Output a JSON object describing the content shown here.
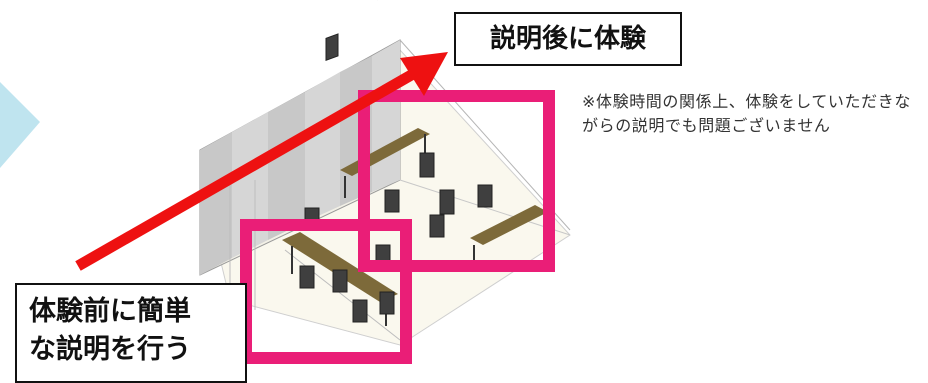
{
  "labels": {
    "after": "説明後に体験",
    "before_line1": "体験前に簡単",
    "before_line2": "な説明を行う"
  },
  "note": {
    "text": "※体験時間の関係上、体験をしていただきながらの説明でも問題ございません"
  },
  "colors": {
    "highlight": "#ea1e77",
    "arrow": "#ee1111",
    "side_arrow": "#bfe4ef",
    "table": "#7d6a3a",
    "chair": "#3f3f3f",
    "partition": "#d8d8d8"
  },
  "icons": {
    "side_arrow": "chevron-right-icon",
    "flow_arrow": "arrow-up-right-icon"
  }
}
